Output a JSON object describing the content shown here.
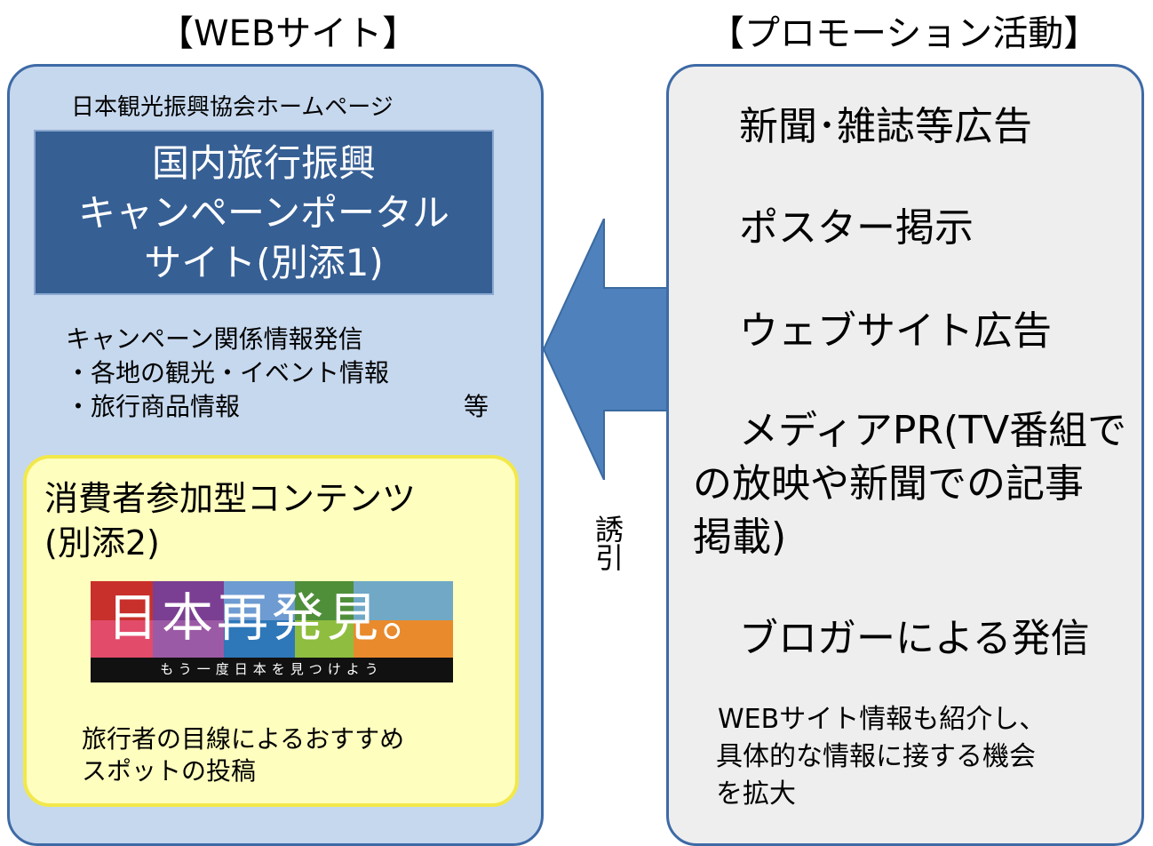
{
  "headers": {
    "web": "【WEBサイト】",
    "promo": "【プロモーション活動】"
  },
  "left": {
    "homepage_title": "日本観光振興協会ホームページ",
    "portal_lines": [
      "国内旅行振興",
      "キャンペーンポータル",
      "サイト(別添1)"
    ],
    "info_lines": [
      "キャンペーン関係情報発信",
      "・各地の観光・イベント情報",
      "・旅行商品情報"
    ],
    "info_etc": "等",
    "consumer": {
      "title_lines": [
        "消費者参加型コンテンツ",
        "(別添2)"
      ],
      "logo_text": "日本再発見。",
      "logo_tagline": "もう一度日本を見つけよう",
      "post_lines": [
        "旅行者の目線によるおすすめ",
        "スポットの投稿"
      ]
    }
  },
  "arrow": {
    "label": "誘引",
    "color": "#4f81bd"
  },
  "right": {
    "items": [
      "新聞･雑誌等広告",
      "ポスター掲示",
      "ウェブサイト広告",
      "メディアPR(TV番組で",
      "の放映や新聞での記事",
      "掲載)",
      "ブロガーによる発信"
    ],
    "note_lines": [
      "WEBサイト情報も紹介し、",
      "具体的な情報に接する機会",
      "を拡大"
    ]
  },
  "colors": {
    "panel_border": "#3e6aa6",
    "left_panel_fill": "#c6d8ee",
    "portal_fill": "#365f94",
    "consumer_fill": "#fefebe",
    "consumer_border": "#f2e84a",
    "right_panel_fill": "#eeeeee"
  }
}
